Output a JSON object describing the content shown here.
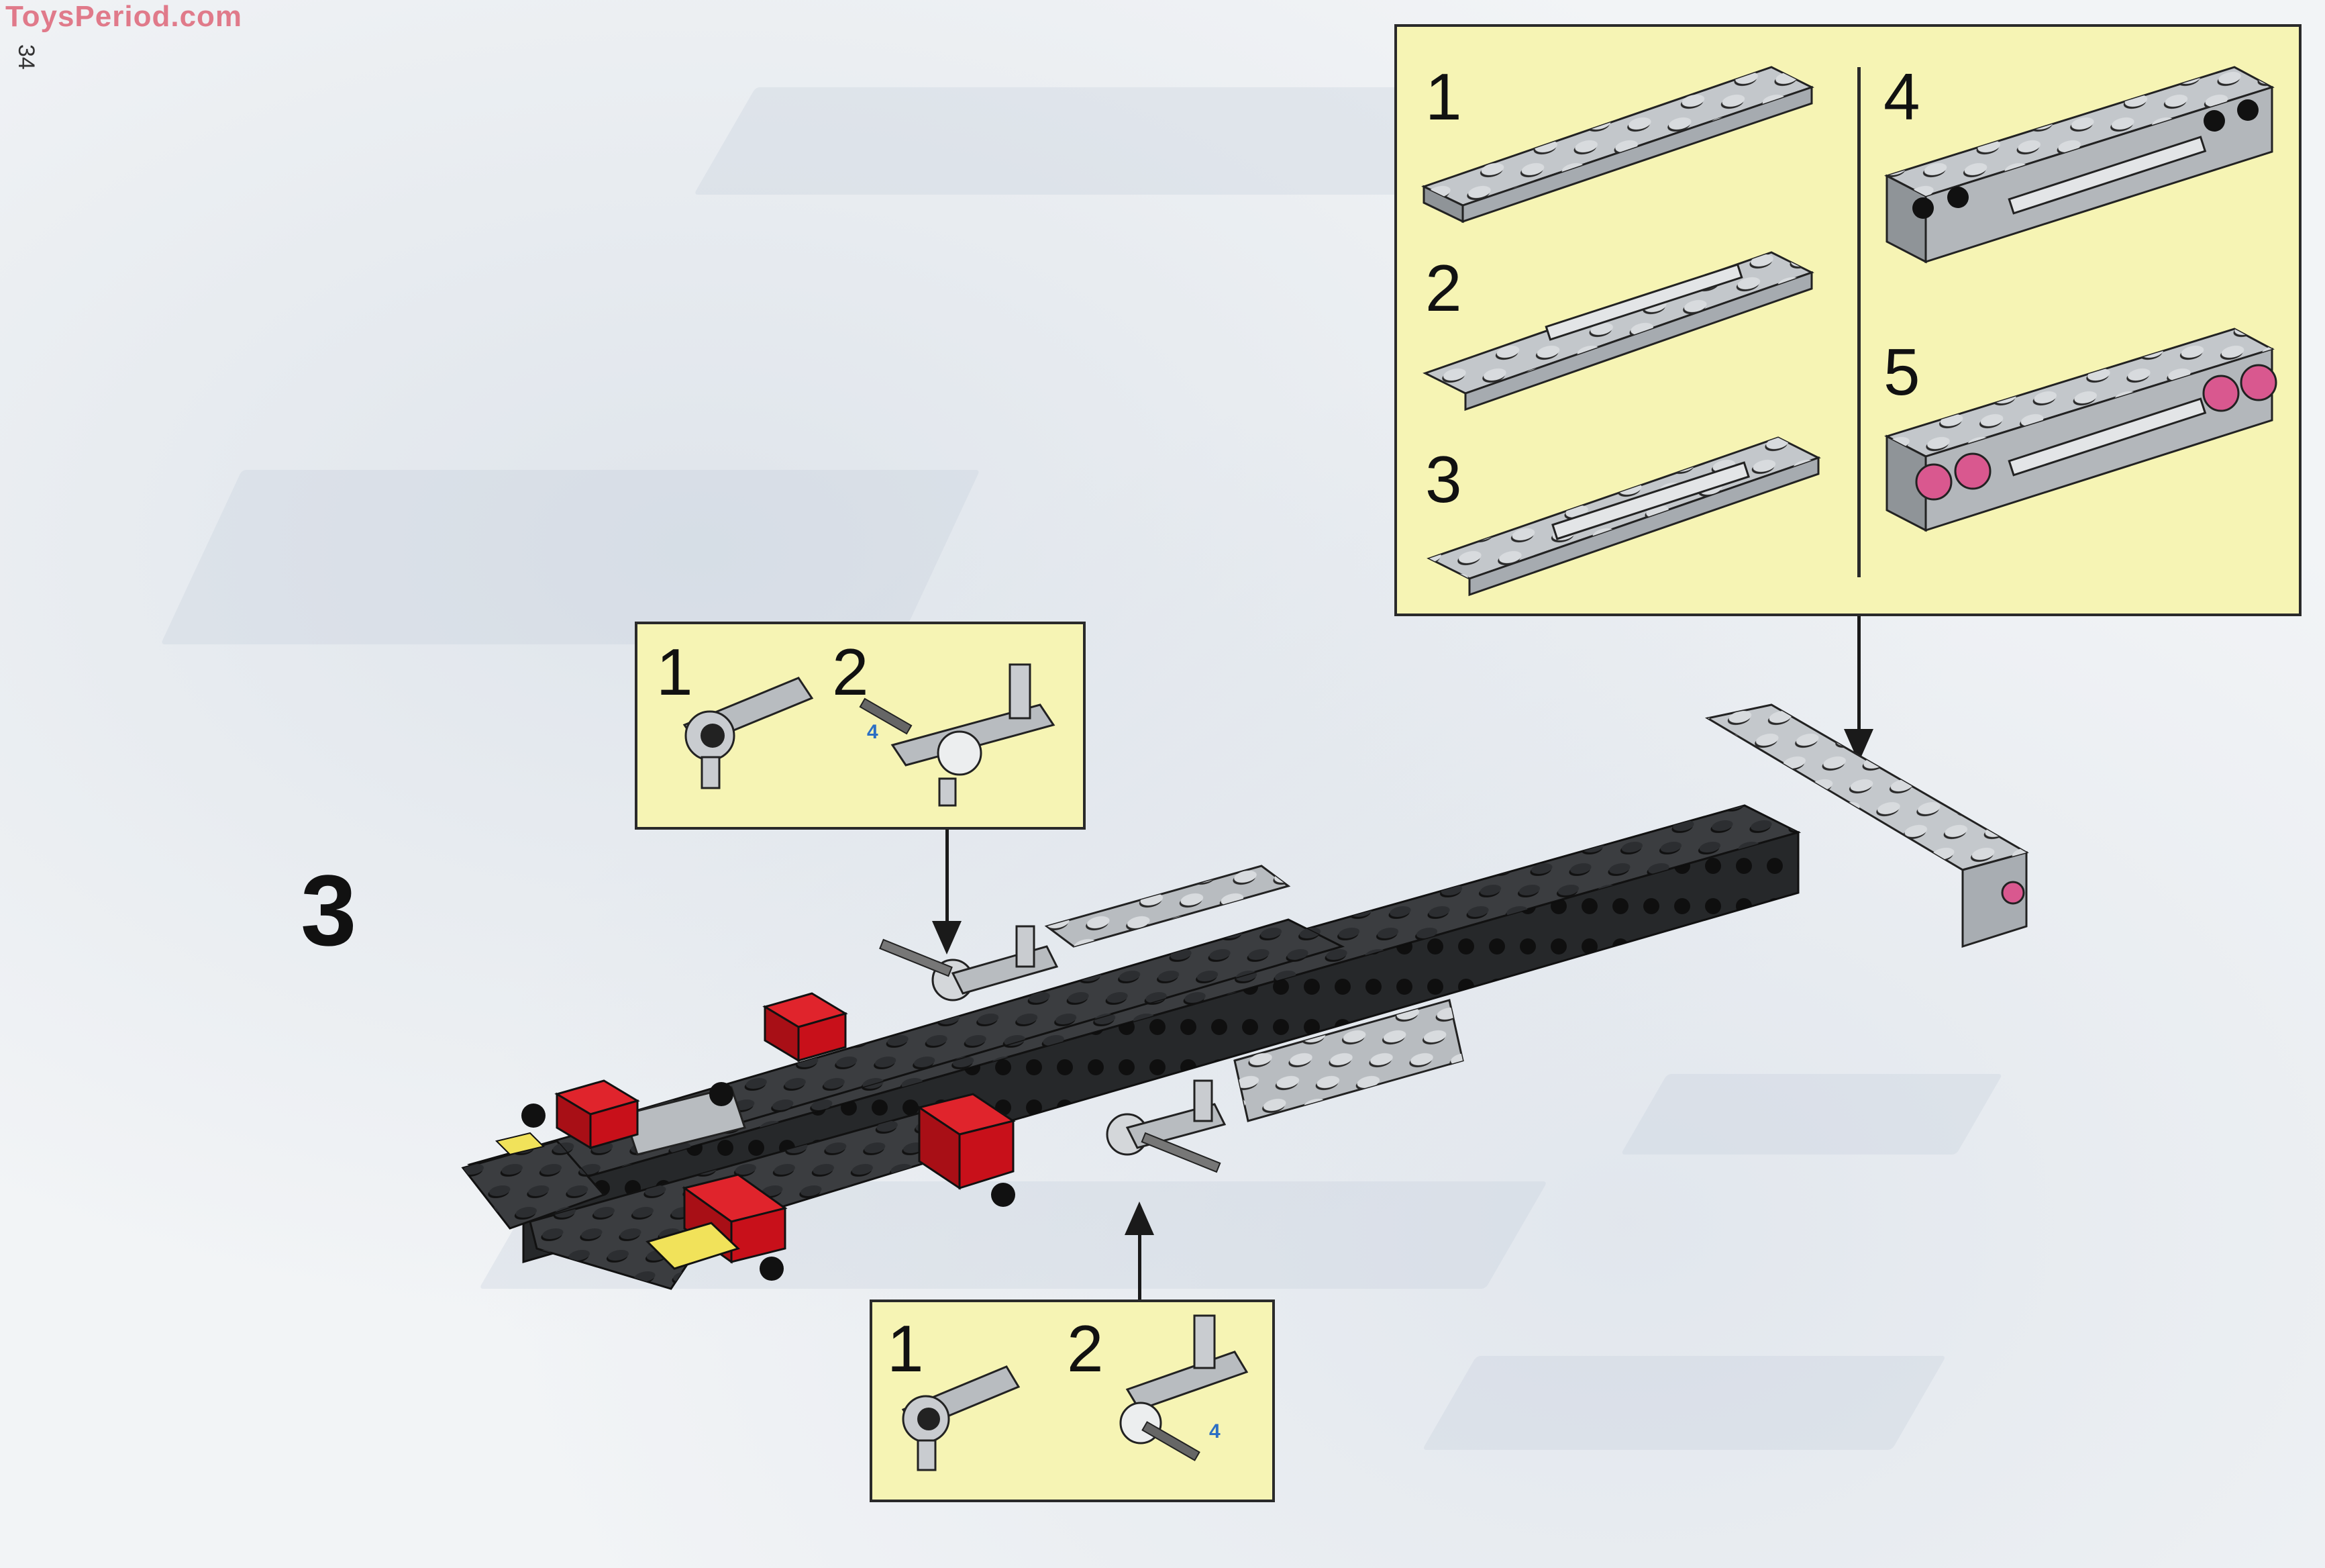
{
  "watermark": "ToysPeriod.com",
  "page_number": "34",
  "step_number": "3",
  "callout_top_right": {
    "steps": [
      "1",
      "2",
      "3",
      "4",
      "5"
    ]
  },
  "callout_mid_left": {
    "steps": [
      "1",
      "2"
    ],
    "qty": "4"
  },
  "callout_bottom": {
    "steps": [
      "1",
      "2"
    ],
    "qty": "4"
  },
  "colors": {
    "callout_bg": "#f6f4b4",
    "brick_black": "#3b3d40",
    "brick_gray": "#b8bcc0",
    "brick_red": "#c8101a",
    "brick_yellow": "#f1e25a",
    "brick_pink": "#d9588f",
    "qty_blue": "#2c6fc4"
  }
}
